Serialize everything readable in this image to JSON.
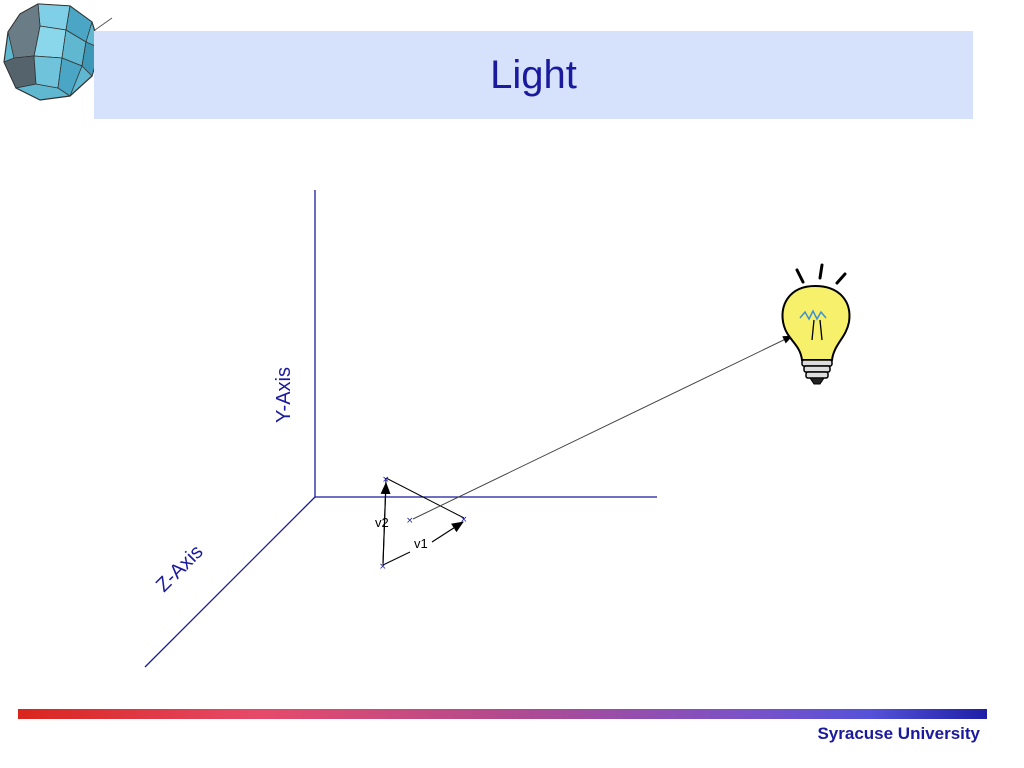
{
  "title": "Light",
  "footer": {
    "institution": "Syracuse University"
  },
  "diagram": {
    "axes": {
      "y_label": "Y-Axis",
      "z_label": "Z-Axis"
    },
    "vectors": {
      "v1_label": "v1",
      "v2_label": "v2"
    },
    "icons": [
      "logo-polyhedron-icon",
      "light-bulb-icon"
    ],
    "colors": {
      "axis": "#1a1a9e",
      "title_bg": "#d6e2fb",
      "title_text": "#1a1a9e",
      "bulb": "#f7f06a"
    }
  }
}
